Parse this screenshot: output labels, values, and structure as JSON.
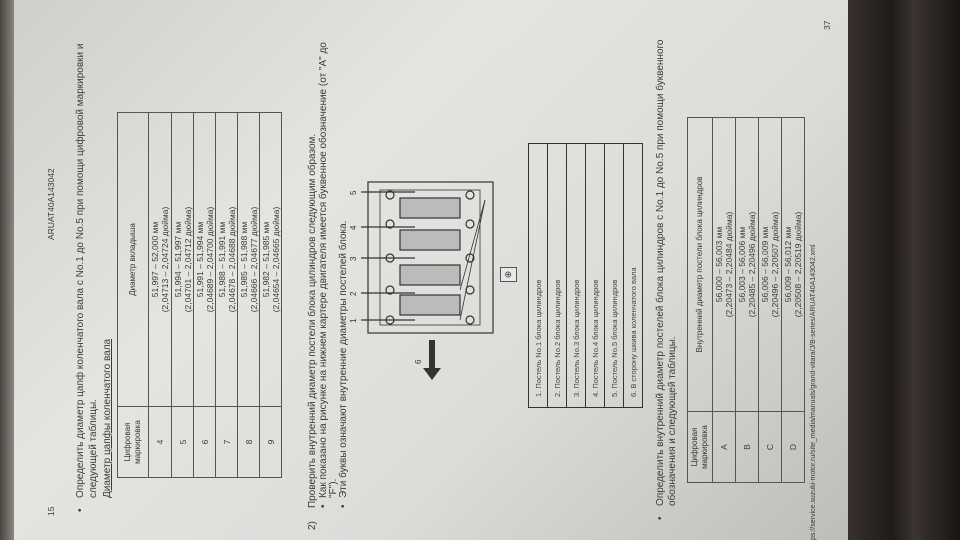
{
  "header": {
    "page_left": "15",
    "doc_code": "ARUAT40A143042"
  },
  "section1": {
    "bullet": "Определить диаметр цапф коленчатого вала с No.1 до No.5 при помощи цифровой маркировки и",
    "bullet_cont": "следующей таблицы.",
    "table_title": "Диаметр цапфы коленчатого вала",
    "col1": "Цифровая маркировка",
    "col2": "Диаметр вкладыша",
    "rows": [
      {
        "mark": "4",
        "mm": "51,997 – 52,000 мм",
        "in": "(2,04713 – 2,04724 дюйма)"
      },
      {
        "mark": "5",
        "mm": "51,994 – 51,997 мм",
        "in": "(2,04701 – 2,04712 дюйма)"
      },
      {
        "mark": "6",
        "mm": "51,991 – 51,994 мм",
        "in": "(2,04689 – 2,04700 дюйма)"
      },
      {
        "mark": "7",
        "mm": "51,988 – 51,991 мм",
        "in": "(2,04678 – 2,04688 дюйма)"
      },
      {
        "mark": "8",
        "mm": "51,985 – 51,988 мм",
        "in": "(2,04666 – 2,04677 дюйма)"
      },
      {
        "mark": "9",
        "mm": "51,982 – 51,985 мм",
        "in": "(2,04654 – 2,04665 дюйма)"
      }
    ]
  },
  "section2": {
    "num": "2)",
    "line1": "Проверить внутренний диаметр постели блока цилиндров следующим образом.",
    "bullet1": "Как показано на рисунке на нижнем картере двигателя имеется буквенное обозначение (от \"A\" до",
    "bullet1_cont": "\"F\").",
    "bullet2": "Эти буквы означают внутренние диаметры постелей блока.",
    "diagram_labels": [
      "1",
      "2",
      "3",
      "4",
      "5",
      "6"
    ],
    "legend": [
      "1.  Постель No.1 блока цилиндров",
      "2.  Постель No.2 блока цилиндров",
      "3.  Постель No.3 блока цилиндров",
      "4.  Постель No.4 блока цилиндров",
      "5.  Постель No.5 блока цилиндров",
      "6.  В сторону шкива коленчатого вала"
    ]
  },
  "section3": {
    "bullet": "Определить внутренний диаметр постелей блока цилиндров с No.1 до No.5 при помощи буквенного",
    "bullet_cont": "обозначения и следующей таблицы.",
    "col1": "Цифровая маркировка",
    "col2": "Внутренний диаметр постели блока цилиндров",
    "rows": [
      {
        "mark": "A",
        "mm": "56,000 – 56,003 мм",
        "in": "(2,20473 – 2,20484 дюйма)"
      },
      {
        "mark": "B",
        "mm": "56,003 – 56,006 мм",
        "in": "(2,20485 – 2,20496 дюйма)"
      },
      {
        "mark": "C",
        "mm": "56,006 – 56,009 мм",
        "in": "(2,20496 – 2,20507 дюйма)"
      },
      {
        "mark": "D",
        "mm": "56,009 – 56,012 мм",
        "in": "(2,20508 – 2,20519 дюйма)"
      }
    ]
  },
  "footer": {
    "url": "ps://service.suzuki-motor.ru/site_media/manuals/grand-vitara/J/B-series/ARUAT40A143042.xml",
    "page_number": "37"
  }
}
